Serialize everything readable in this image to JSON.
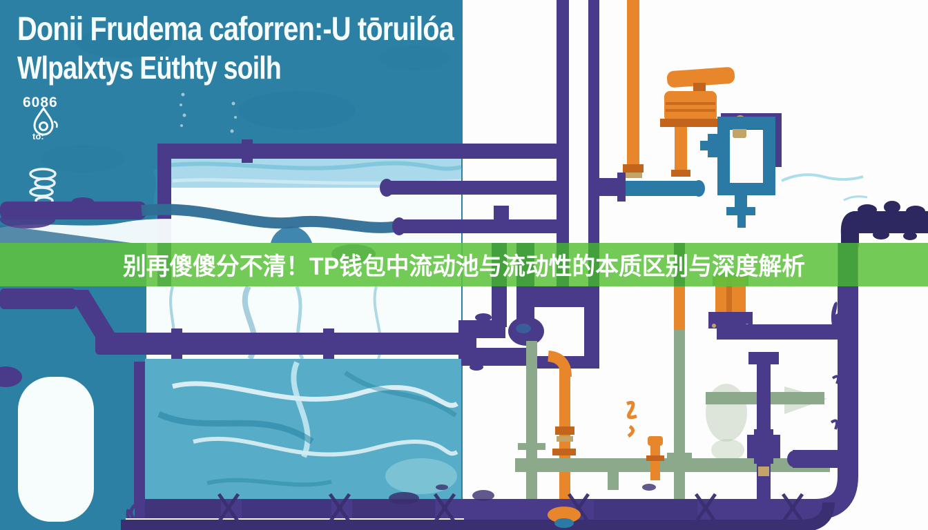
{
  "banner": {
    "title": "别再傻傻分不清！TP钱包中流动池与流动性的本质区别与深度解析",
    "background_color": "#5ec23e",
    "text_color": "#ffffff"
  },
  "poster_heading": {
    "line1": "Donii Frudema caforren:-U tōruilóa",
    "line2": "Wlpalxtys Eüthty soilh"
  },
  "watermark": {
    "number": "6086",
    "caption": "to:",
    "icon": "water-drop-swirl-icon"
  },
  "palette": {
    "page_white": "#fdfdfd",
    "teal_bg": "#2b80a4",
    "teal_deep": "#1f6d92",
    "purple": "#4a3b8a",
    "purple_dark": "#3a2f70",
    "navy_dark": "#2e2860",
    "water_light": "#a9d9ea",
    "water_mid": "#57adc7",
    "water_deep": "#2f89ab",
    "foam_white": "#f7fcfd",
    "sage": "#8ca98c",
    "sage_faint": "#b5c8b0",
    "steel_blue": "#2b7aa6",
    "steel_dark": "#2e6e95",
    "sky_line": "#9fd8e8",
    "orange": "#e8862c",
    "orange_dark": "#c2641c",
    "brass": "#c3a366",
    "banner_green": "#5ec23e",
    "banner_green_dark": "#3f9d3b",
    "banner_text": "#ffffff",
    "cap_green": "#49a32f"
  }
}
